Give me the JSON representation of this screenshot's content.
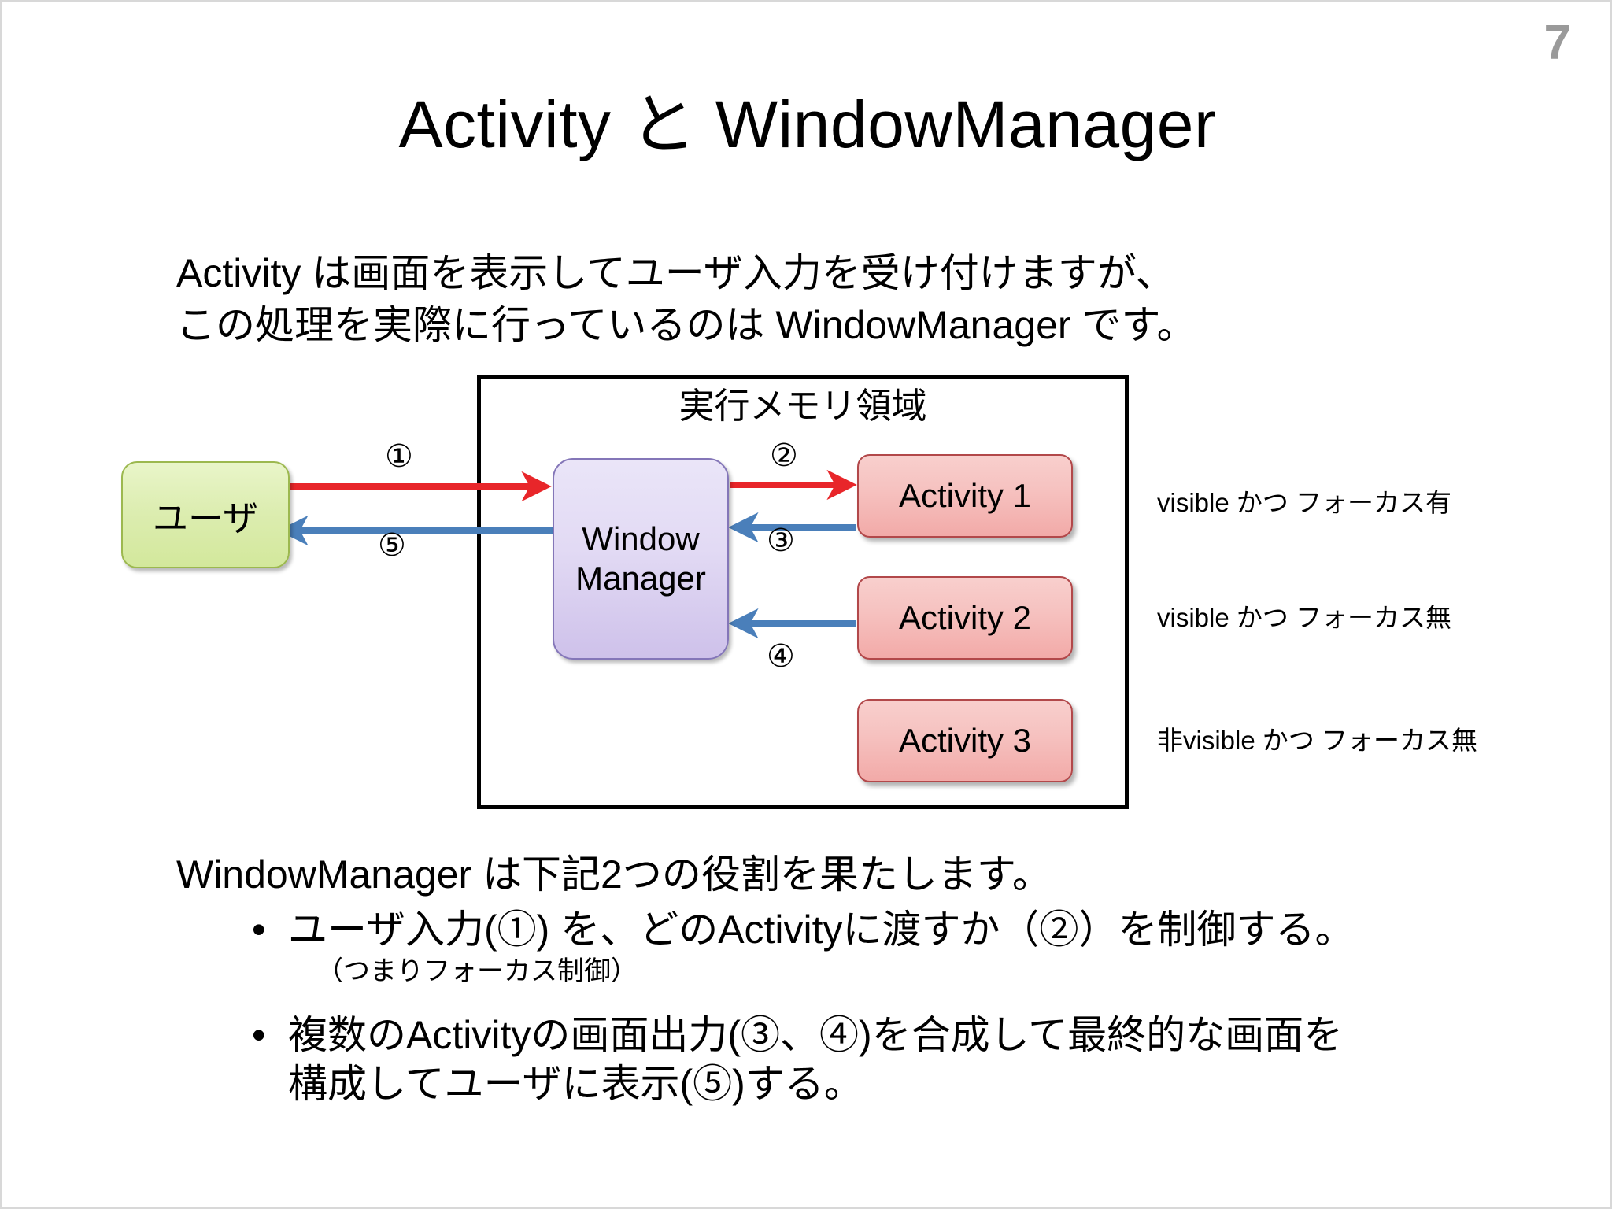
{
  "slide": {
    "page_number": "7",
    "title": "Activity と WindowManager",
    "intro_lines": [
      "Activity は画面を表示してユーザ入力を受け付けますが、",
      "この処理を実際に行っているのは WindowManager です。"
    ]
  },
  "diagram": {
    "memory_region_label": "実行メモリ領域",
    "user_box_label": "ユーザ",
    "windowmanager_box": {
      "line1": "Window",
      "line2": "Manager"
    },
    "activities": [
      {
        "label": "Activity 1",
        "state": "visible かつ フォーカス有"
      },
      {
        "label": "Activity 2",
        "state": "visible かつ フォーカス無"
      },
      {
        "label": "Activity 3",
        "state": "非visible かつ フォーカス無"
      }
    ],
    "steps": {
      "one": "①",
      "two": "②",
      "three": "③",
      "four": "④",
      "five": "⑤"
    },
    "colors": {
      "input_arrow": "#e8262a",
      "output_arrow": "#4a7fba",
      "user_box_fill": "#dcedb0",
      "user_box_border": "#9cb84f",
      "windowmanager_fill": "#e2daf4",
      "windowmanager_border": "#8476b8",
      "activity_fill": "#f6c2c0",
      "activity_border": "#b2484a",
      "region_border": "#000000",
      "page_number": "#9a9a9a"
    }
  },
  "summary": {
    "lead": "WindowManager は下記2つの役割を果たします。",
    "bullet_marker": "•",
    "bullets": [
      {
        "text": "ユーザ入力(①) を、どのActivityに渡すか（②）を制御する。",
        "sub": "（つまりフォーカス制御）"
      },
      {
        "line1": "複数のActivityの画面出力(③、④)を合成して最終的な画面を",
        "line2": "構成してユーザに表示(⑤)する。"
      }
    ]
  }
}
